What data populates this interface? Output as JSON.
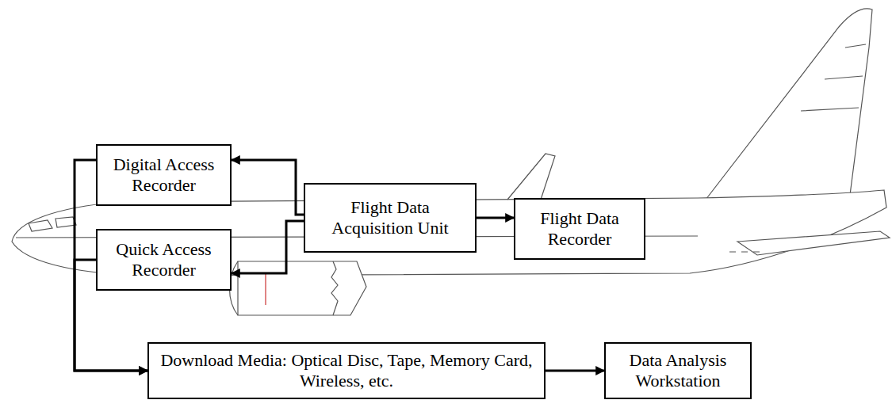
{
  "diagram": {
    "nodes": [
      {
        "text": [
          "Digital Access Recorder"
        ]
      },
      {
        "text": [
          "Flight Data Acquisition Unit"
        ]
      },
      {
        "text": [
          "Flight Data Recorder"
        ]
      },
      {
        "text": [
          "Quick Access Recorder"
        ]
      },
      {
        "text": [
          "Download Media: Optical Disc, Tape, Memory Card, Wireless, etc."
        ]
      },
      {
        "text": [
          "Data Analysis Workstation"
        ]
      }
    ],
    "edges": [
      {
        "from": 1,
        "to": 0,
        "arrow": "to"
      },
      {
        "from": 1,
        "to": 3,
        "arrow": "to"
      },
      {
        "from": 1,
        "to": 2,
        "arrow": "to"
      },
      {
        "from": 0,
        "to": 4,
        "arrow": "to"
      },
      {
        "from": 3,
        "to": 4,
        "arrow": "to"
      },
      {
        "from": 4,
        "to": 5,
        "arrow": "to"
      }
    ]
  }
}
